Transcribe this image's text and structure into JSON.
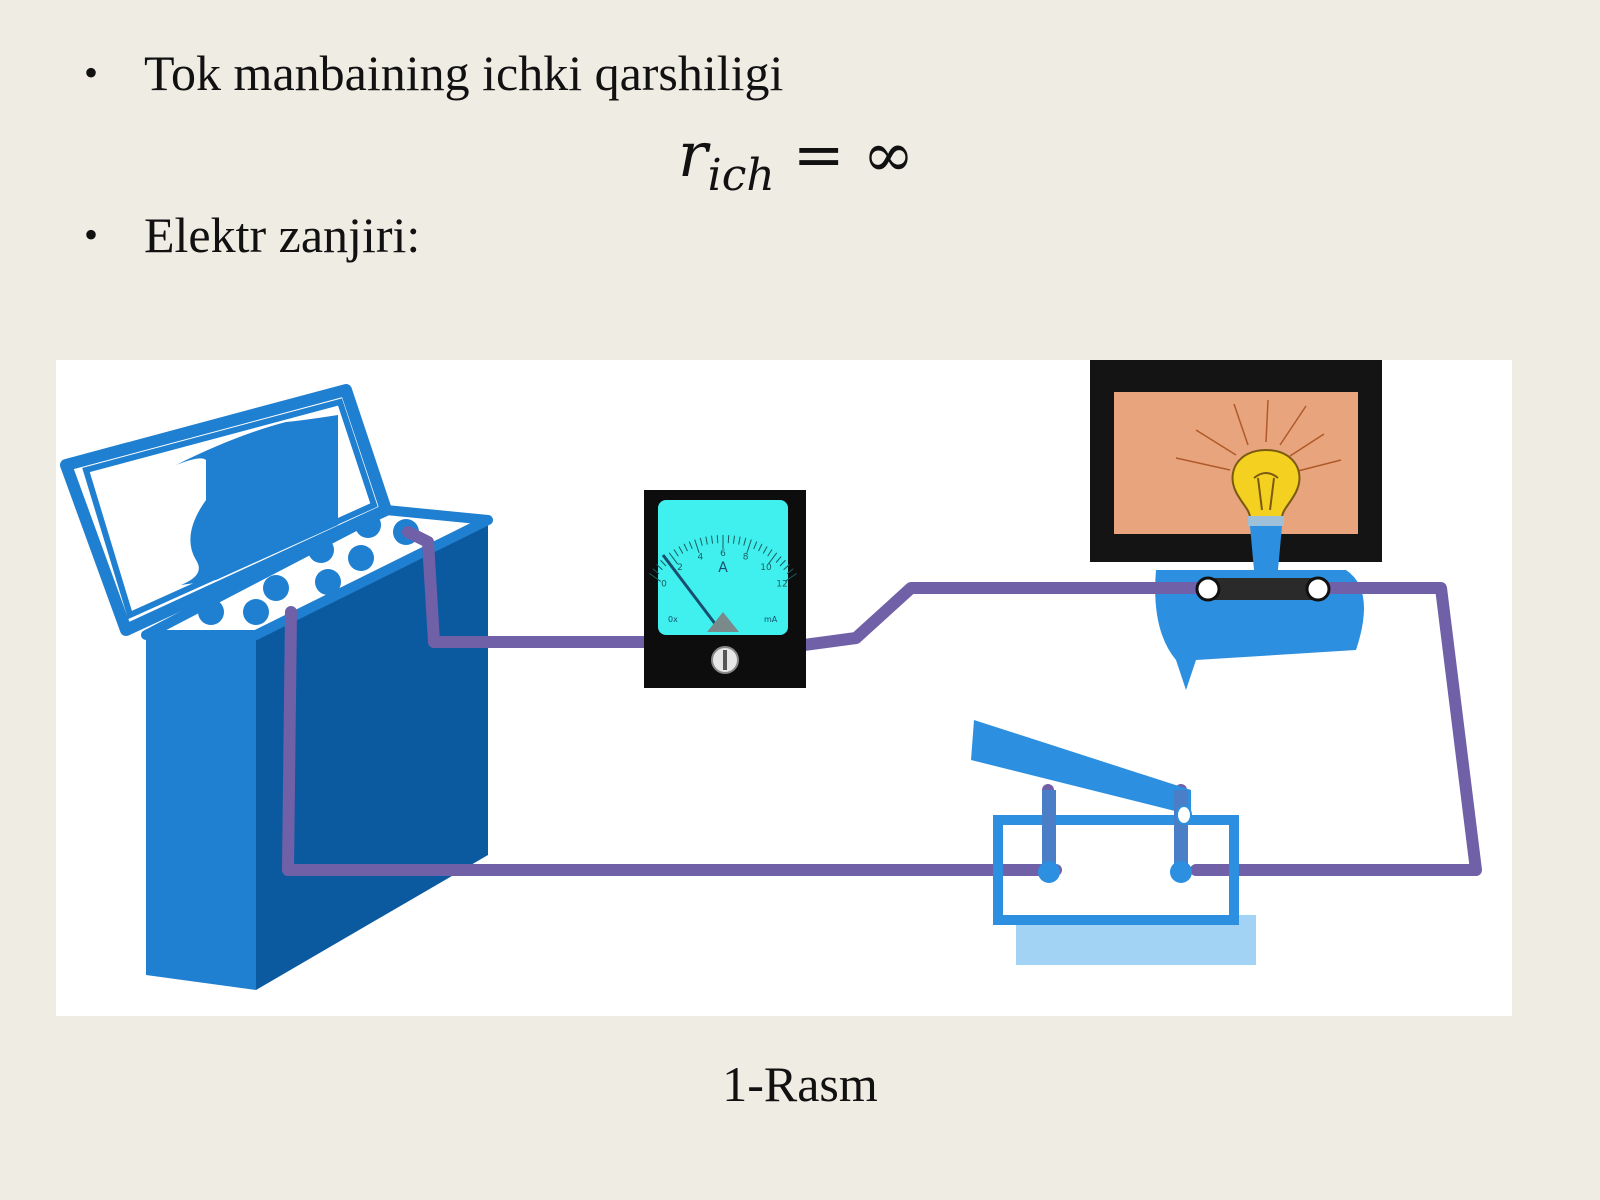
{
  "bullets": [
    {
      "icon": "bullet-icon",
      "text": "Tok  manbaining ichki qarshiligi"
    },
    {
      "icon": "bullet-icon",
      "text": "Elektr zanjiri:"
    }
  ],
  "formula": {
    "symbol": "r",
    "subscript": "ich",
    "operator": "=",
    "value": "∞"
  },
  "figure": {
    "components": [
      "battery",
      "ammeter",
      "light-bulb",
      "knife-switch",
      "wires"
    ],
    "ammeter": {
      "unit_label": "A",
      "scale_ticks": [
        "0",
        "2",
        "4",
        "6",
        "8",
        "10",
        "12"
      ],
      "small_labels": [
        "0x",
        "mA"
      ]
    },
    "colors": {
      "battery": "#1f7fd0",
      "battery_dark": "#0b5aa0",
      "wire": "#7060a8",
      "ammeter_face": "#3ff0ee",
      "lamp_panel": "#e8a47c",
      "bulb": "#f4d020",
      "switch": "#2c8fe0"
    }
  },
  "caption": "1-Rasm"
}
